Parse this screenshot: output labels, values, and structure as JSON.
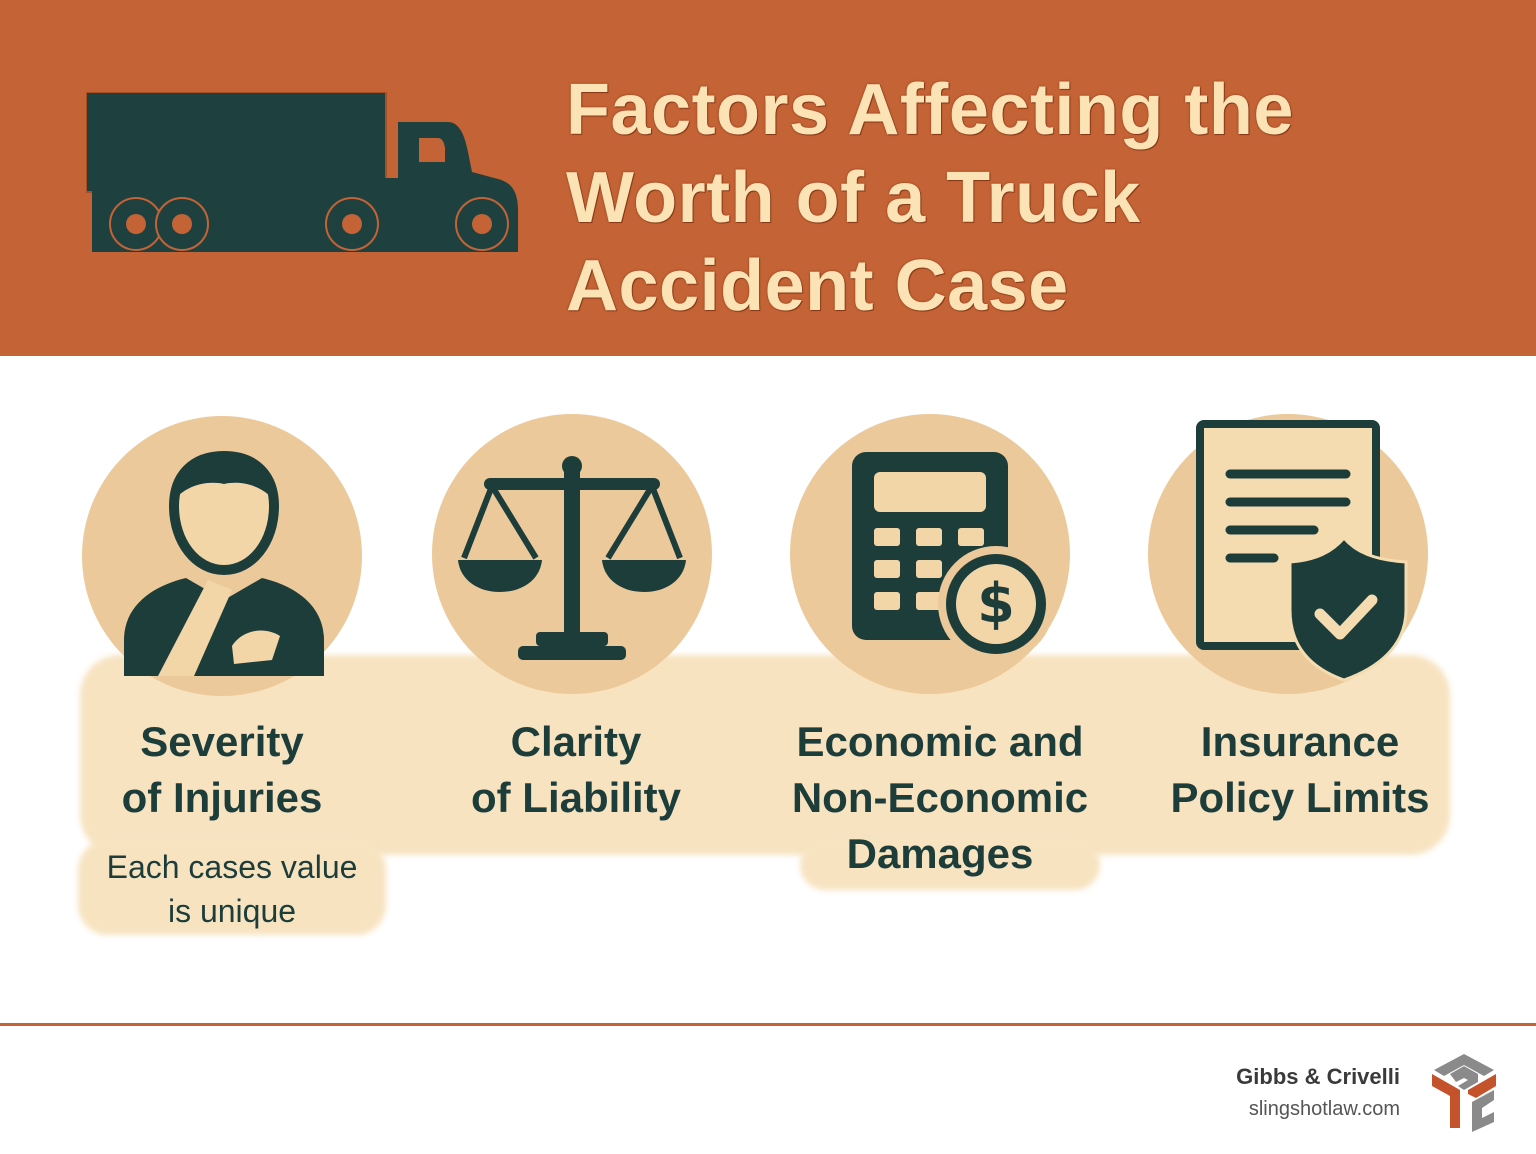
{
  "header": {
    "title_lines": [
      "Factors Affecting the",
      "Worth of a Truck",
      "Accident Case"
    ],
    "icon": "truck-icon",
    "background": "#c46335",
    "title_color": "#fbe3b6"
  },
  "factors": [
    {
      "icon": "injured-person-icon",
      "label_lines": [
        "Severity",
        "of Injuries"
      ],
      "note_lines": [
        "Each cases value",
        "is unique"
      ]
    },
    {
      "icon": "scales-of-justice-icon",
      "label_lines": [
        "Clarity",
        "of Liability"
      ]
    },
    {
      "icon": "calculator-dollar-icon",
      "label_lines": [
        "Economic and",
        "Non-Economic",
        "Damages"
      ]
    },
    {
      "icon": "policy-shield-check-icon",
      "label_lines": [
        "Insurance",
        "Policy Limits"
      ]
    }
  ],
  "footer": {
    "brand_name": "Gibbs & Crivelli",
    "url": "slingshotlaw.com",
    "logo": "gc-cube-logo-icon"
  },
  "colors": {
    "dark_green": "#1d3d3b",
    "circle": "#ecc99a",
    "band": "#f7e3c0",
    "accent": "#c46335"
  }
}
